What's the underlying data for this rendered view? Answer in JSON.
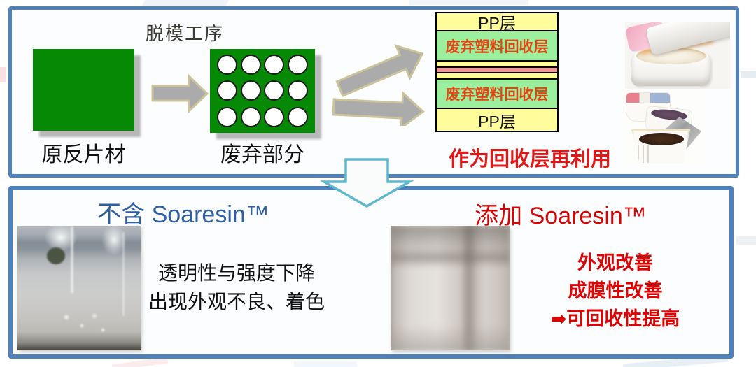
{
  "colors": {
    "panel_border": "#4F81BD",
    "sheet_green": "#068A06",
    "layer_yellow": "#FFFC9C",
    "layer_green": "#9CEF9C",
    "layer_pink": "#F59595",
    "stack_text_red": "#E04514",
    "emphasis_red": "#E21717",
    "header_blue": "#2E5FA3",
    "header_red": "#D40505",
    "caption_red": "#DD0404",
    "arrow_gray": "#ABABAB",
    "arrow_outline_tan": "#CCC39B",
    "down_arrow_teal": "#5FB8CC"
  },
  "top_panel": {
    "process_label": "脱模工序",
    "sheet_original_label": "原反片材",
    "sheet_waste_label": "废弃部分",
    "stack_layers": [
      {
        "label": "PP层",
        "color": "#FFFC9C"
      },
      {
        "label": "废弃塑料回收层",
        "color": "#9CEF9C"
      },
      {
        "label": "",
        "color": "#FFFC9C"
      },
      {
        "label": "",
        "color": "#F59595"
      },
      {
        "label": "",
        "color": "#FFFC9C"
      },
      {
        "label": "废弃塑料回收层",
        "color": "#9CEF9C"
      },
      {
        "label": "PP层",
        "color": "#FFFC9C"
      }
    ],
    "reuse_note": "作为回收层再利用"
  },
  "bottom_panel": {
    "left": {
      "title": "不含 Soaresin™",
      "lines": [
        "透明性与强度下降",
        "出现外观不良、着色"
      ]
    },
    "right": {
      "title": "添加 Soaresin™",
      "lines": [
        "外观改善",
        "成膜性改善",
        "➡可回收性提高"
      ]
    }
  }
}
